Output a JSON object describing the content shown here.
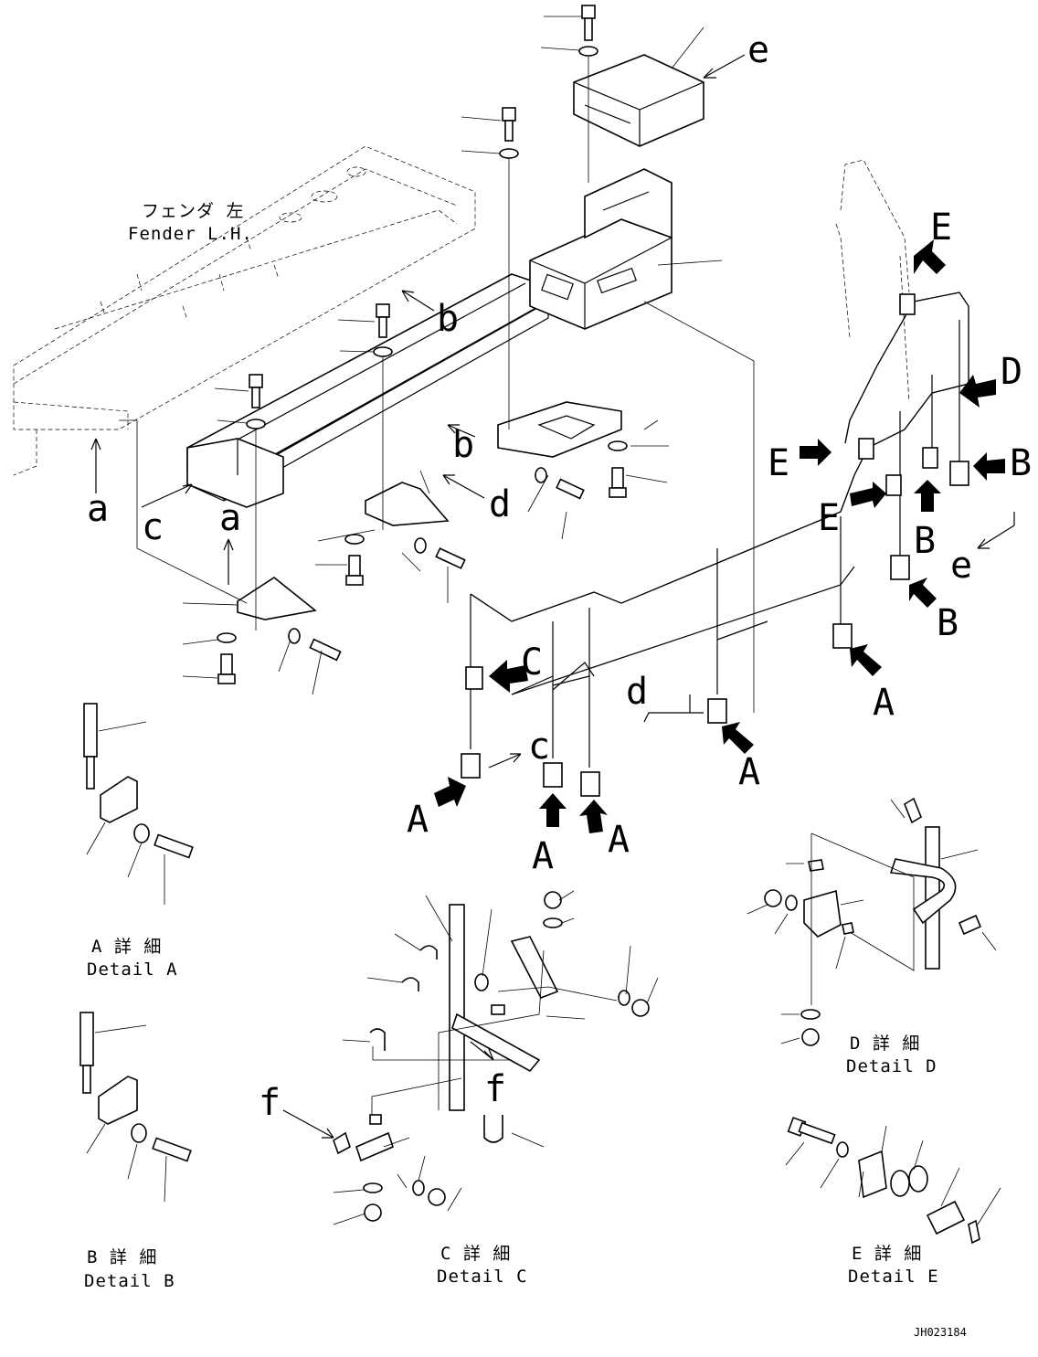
{
  "callouts": {
    "fender": {
      "jp": "フェンダ 左",
      "en": "Fender L.H."
    },
    "drawing_id": "JH023184"
  },
  "details": {
    "a": {
      "jp": "A 詳 細",
      "en": "Detail A"
    },
    "b": {
      "jp": "B 詳 細",
      "en": "Detail B"
    },
    "c": {
      "jp": "C 詳 細",
      "en": "Detail C"
    },
    "d": {
      "jp": "D 詳 細",
      "en": "Detail D"
    },
    "e": {
      "jp": "E 詳 細",
      "en": "Detail E"
    }
  },
  "letters": {
    "upper_A": "A",
    "upper_B": "B",
    "upper_C": "C",
    "upper_D": "D",
    "upper_E": "E",
    "lower_a": "a",
    "lower_b": "b",
    "lower_c": "c",
    "lower_d": "d",
    "lower_e": "e",
    "lower_f": "f"
  }
}
